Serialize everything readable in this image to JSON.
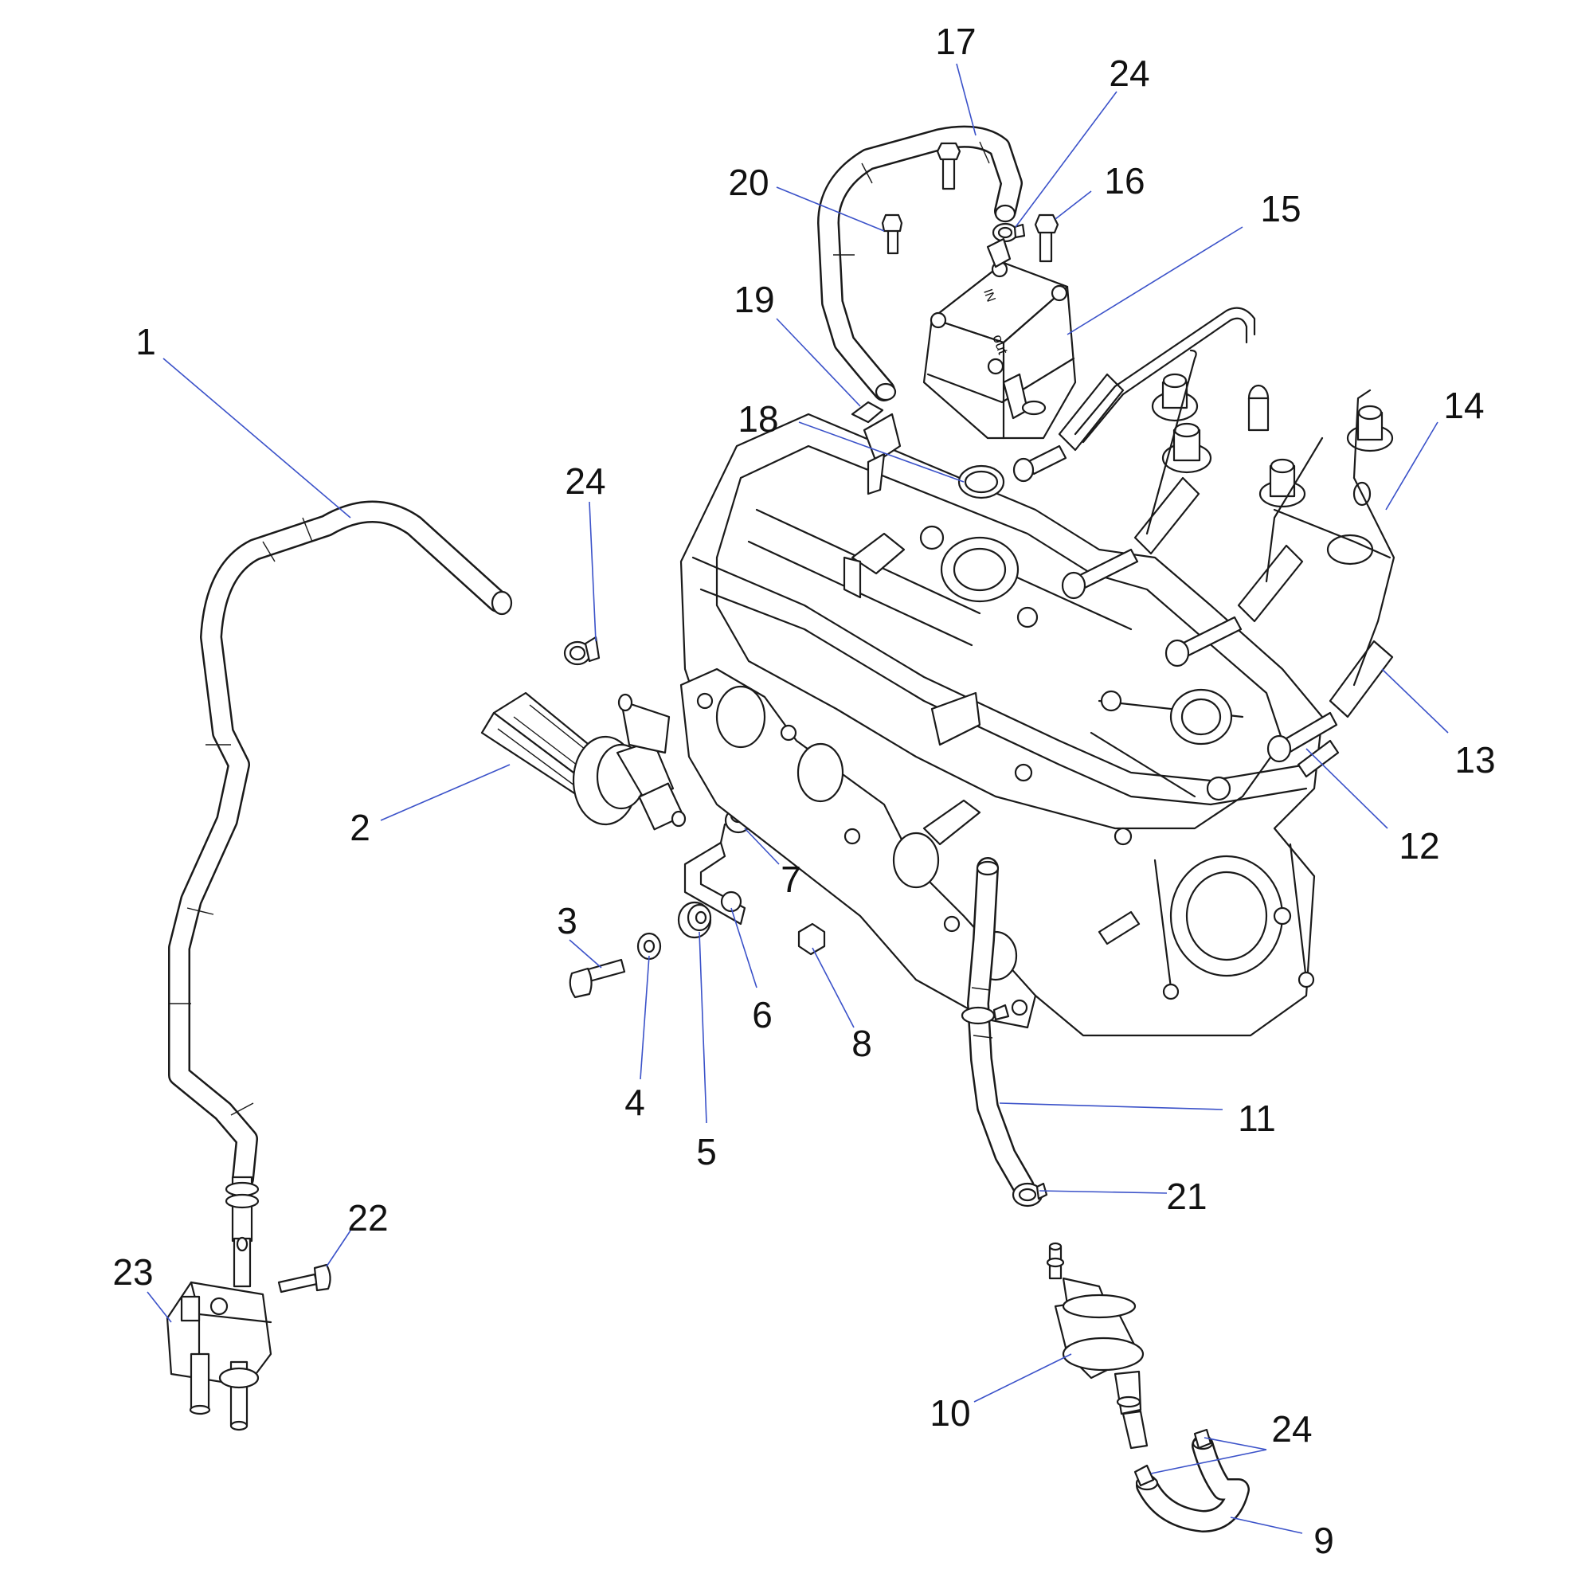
{
  "callouts": [
    {
      "id": "c1",
      "label": "1"
    },
    {
      "id": "c2",
      "label": "2"
    },
    {
      "id": "c3",
      "label": "3"
    },
    {
      "id": "c4",
      "label": "4"
    },
    {
      "id": "c5",
      "label": "5"
    },
    {
      "id": "c6",
      "label": "6"
    },
    {
      "id": "c7",
      "label": "7"
    },
    {
      "id": "c8",
      "label": "8"
    },
    {
      "id": "c9",
      "label": "9"
    },
    {
      "id": "c10",
      "label": "10"
    },
    {
      "id": "c11",
      "label": "11"
    },
    {
      "id": "c12",
      "label": "12"
    },
    {
      "id": "c13",
      "label": "13"
    },
    {
      "id": "c14",
      "label": "14"
    },
    {
      "id": "c15",
      "label": "15"
    },
    {
      "id": "c16",
      "label": "16"
    },
    {
      "id": "c17",
      "label": "17"
    },
    {
      "id": "c18",
      "label": "18"
    },
    {
      "id": "c19",
      "label": "19"
    },
    {
      "id": "c20",
      "label": "20"
    },
    {
      "id": "c21",
      "label": "21"
    },
    {
      "id": "c22",
      "label": "22"
    },
    {
      "id": "c23",
      "label": "23"
    },
    {
      "id": "c24a",
      "label": "24"
    },
    {
      "id": "c24b",
      "label": "24"
    },
    {
      "id": "c24c",
      "label": "24"
    }
  ],
  "pump_marks": {
    "in": "IN",
    "out": "out"
  },
  "colors": {
    "leader": "#3b52c9",
    "line": "#1a1a1a",
    "background": "#ffffff"
  }
}
